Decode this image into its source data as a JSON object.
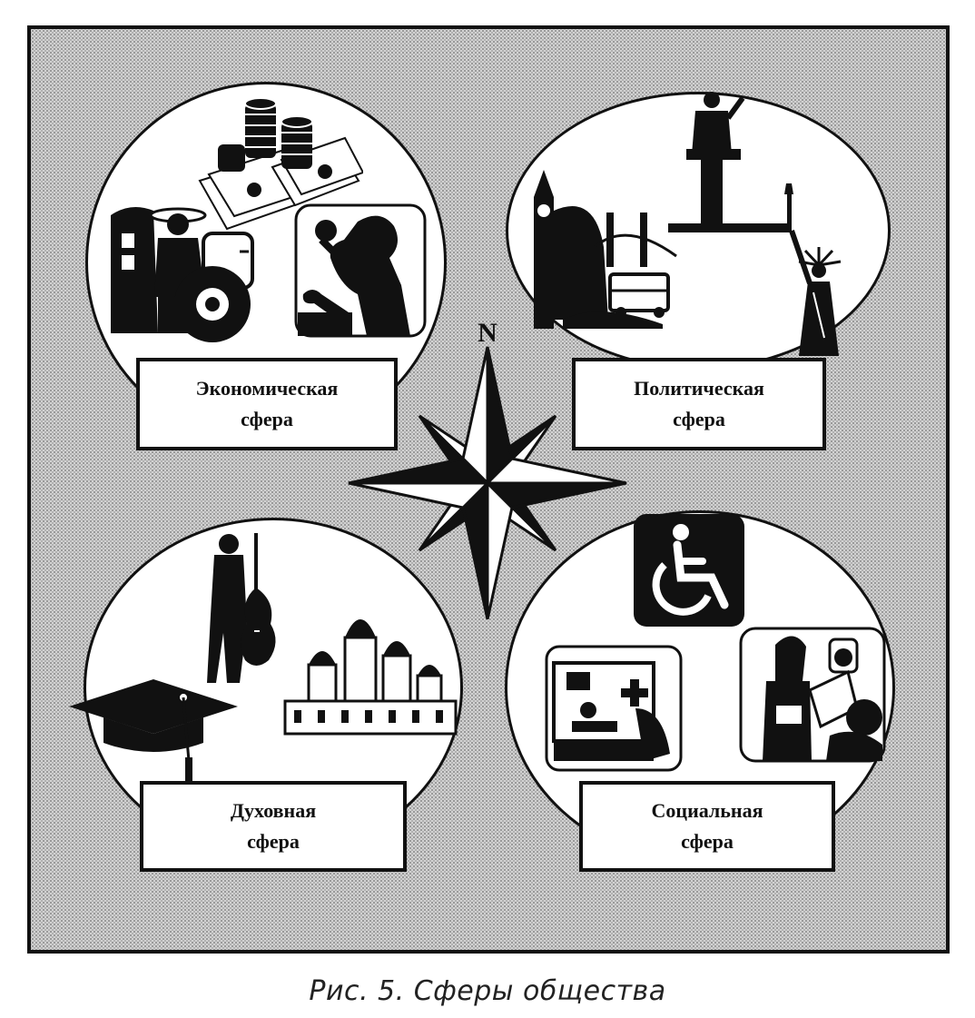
{
  "spheres": {
    "economic": {
      "line1": "Экономическая",
      "line2": "сфера"
    },
    "political": {
      "line1": "Политическая",
      "line2": "сфера"
    },
    "spiritual": {
      "line1": "Духовная",
      "line2": "сфера"
    },
    "social": {
      "line1": "Социальная",
      "line2": "сфера"
    }
  },
  "compass": {
    "north_label": "N"
  },
  "caption": "Рис. 5. Сферы общества"
}
